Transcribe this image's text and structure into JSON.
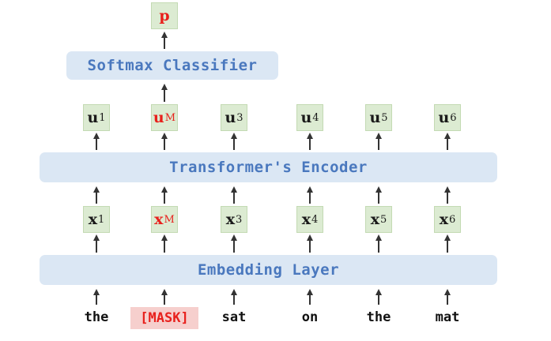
{
  "output": {
    "label": "p"
  },
  "classifier": {
    "label": "Softmax Classifier"
  },
  "encoder": {
    "label": "Transformer's Encoder"
  },
  "embedding": {
    "label": "Embedding Layer"
  },
  "outputs": [
    {
      "base": "u",
      "sub": "1",
      "masked": false
    },
    {
      "base": "u",
      "sub": "M",
      "masked": true
    },
    {
      "base": "u",
      "sub": "3",
      "masked": false
    },
    {
      "base": "u",
      "sub": "4",
      "masked": false
    },
    {
      "base": "u",
      "sub": "5",
      "masked": false
    },
    {
      "base": "u",
      "sub": "6",
      "masked": false
    }
  ],
  "embeddings": [
    {
      "base": "x",
      "sub": "1",
      "masked": false
    },
    {
      "base": "x",
      "sub": "M",
      "masked": true
    },
    {
      "base": "x",
      "sub": "3",
      "masked": false
    },
    {
      "base": "x",
      "sub": "4",
      "masked": false
    },
    {
      "base": "x",
      "sub": "5",
      "masked": false
    },
    {
      "base": "x",
      "sub": "6",
      "masked": false
    }
  ],
  "tokens": [
    {
      "text": "the",
      "masked": false
    },
    {
      "text": "[MASK]",
      "masked": true
    },
    {
      "text": "sat",
      "masked": false
    },
    {
      "text": "on",
      "masked": false
    },
    {
      "text": "the",
      "masked": false
    },
    {
      "text": "mat",
      "masked": false
    }
  ],
  "colors": {
    "layer_fill": "#dbe7f4",
    "layer_text": "#4a78be",
    "node_fill": "#dcebd2",
    "mask_red": "#e8201c",
    "mask_fill": "#f6cfcd"
  }
}
